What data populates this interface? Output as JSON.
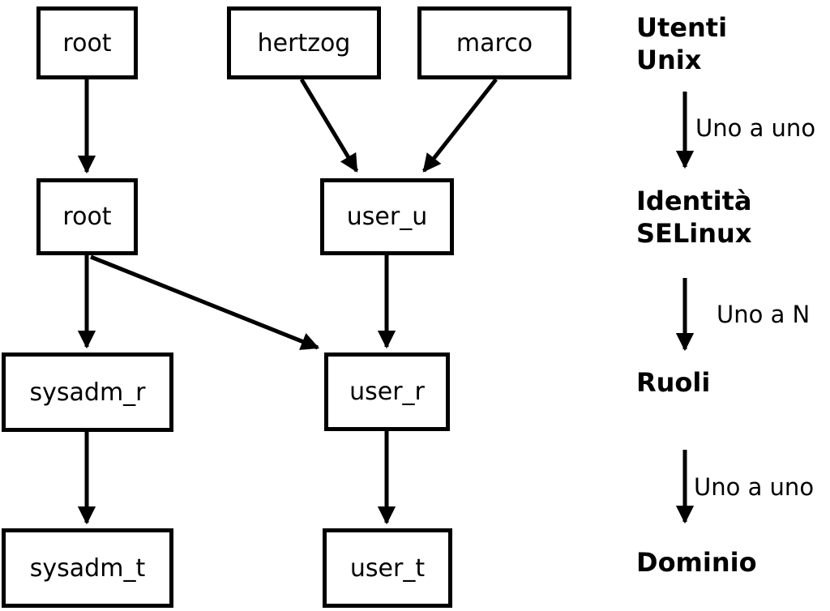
{
  "nodes": {
    "root_unix": "root",
    "hertzog": "hertzog",
    "marco": "marco",
    "root_selinux": "root",
    "user_u": "user_u",
    "sysadm_r": "sysadm_r",
    "user_r": "user_r",
    "sysadm_t": "sysadm_t",
    "user_t": "user_t"
  },
  "edges": [
    [
      "root_unix",
      "root_selinux"
    ],
    [
      "hertzog",
      "user_u"
    ],
    [
      "marco",
      "user_u"
    ],
    [
      "root_selinux",
      "sysadm_r"
    ],
    [
      "root_selinux",
      "user_r"
    ],
    [
      "user_u",
      "user_r"
    ],
    [
      "sysadm_r",
      "sysadm_t"
    ],
    [
      "user_r",
      "user_t"
    ]
  ],
  "legend": {
    "levels": {
      "unix_users_line1": "Utenti",
      "unix_users_line2": "Unix",
      "selinux_identity_line1": "Identità",
      "selinux_identity_line2": "SELinux",
      "roles": "Ruoli",
      "domain": "Dominio"
    },
    "relations": {
      "unix_to_identity": "Uno a uno",
      "identity_to_roles": "Uno a N",
      "roles_to_domain": "Uno a uno"
    }
  },
  "colors": {
    "stroke": "#000000",
    "background": "#ffffff"
  }
}
